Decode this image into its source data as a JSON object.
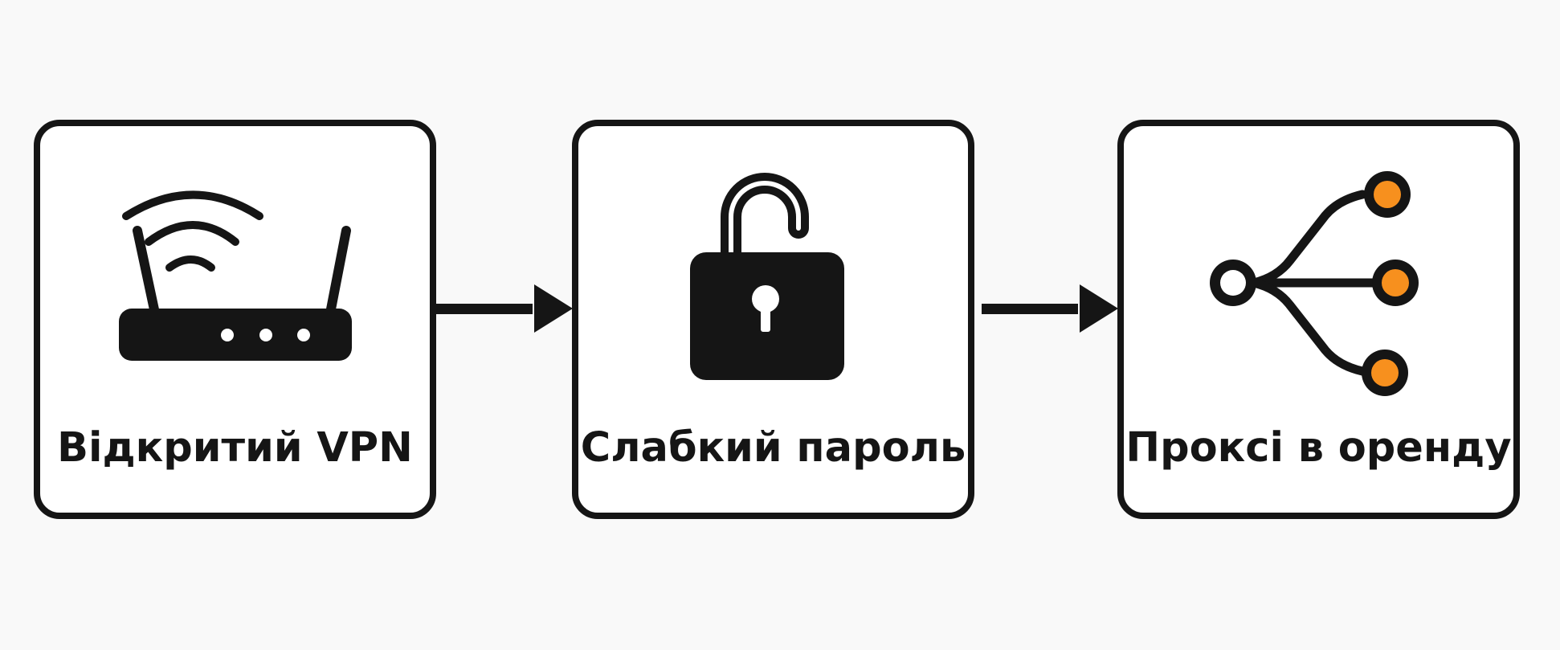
{
  "steps": [
    {
      "label": "Відкритий VPN",
      "icon": "router-icon"
    },
    {
      "label": "Слабкий пароль",
      "icon": "unlocked-padlock-icon"
    },
    {
      "label": "Проксі в оренду",
      "icon": "proxy-branch-icon"
    }
  ],
  "colors": {
    "stroke": "#151515",
    "accent": "#f7901e",
    "background": "#f9f9f9"
  }
}
